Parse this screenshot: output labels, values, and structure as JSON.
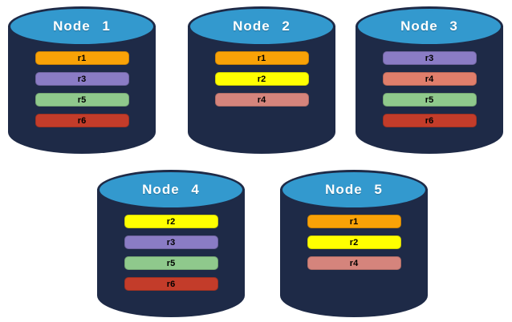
{
  "diagram": {
    "background": "#FFFFFF",
    "cylinder_body_color": "#1E2A47",
    "cylinder_top_color": "#3399CE",
    "title_text_color": "#FFFFFF",
    "bar_text_color": "#000000",
    "replica_colors": {
      "r1": "#F9A207",
      "r2": "#FFFF00",
      "r3": "#8A7CC5",
      "r4": "#D5847C",
      "r5": "#8FC98C",
      "r6": "#C33C2A"
    },
    "nodes": [
      {
        "title": "Node 1",
        "replicas": [
          {
            "label": "r1",
            "color": "#F9A207"
          },
          {
            "label": "r3",
            "color": "#8A7CC5"
          },
          {
            "label": "r5",
            "color": "#8FC98C"
          },
          {
            "label": "r6",
            "color": "#C33C2A"
          }
        ]
      },
      {
        "title": "Node 2",
        "replicas": [
          {
            "label": "r1",
            "color": "#F9A207"
          },
          {
            "label": "r2",
            "color": "#FFFF00"
          },
          {
            "label": "r4",
            "color": "#D5847C"
          }
        ]
      },
      {
        "title": "Node 3",
        "replicas": [
          {
            "label": "r3",
            "color": "#8A7CC5"
          },
          {
            "label": "r4",
            "color": "#E07E6B"
          },
          {
            "label": "r5",
            "color": "#8FC98C"
          },
          {
            "label": "r6",
            "color": "#C33C2A"
          }
        ]
      },
      {
        "title": "Node 4",
        "replicas": [
          {
            "label": "r2",
            "color": "#FFFF00"
          },
          {
            "label": "r3",
            "color": "#8A7CC5"
          },
          {
            "label": "r5",
            "color": "#8FC98C"
          },
          {
            "label": "r6",
            "color": "#C33C2A"
          }
        ]
      },
      {
        "title": "Node 5",
        "replicas": [
          {
            "label": "r1",
            "color": "#F9A207"
          },
          {
            "label": "r2",
            "color": "#FFFF00"
          },
          {
            "label": "r4",
            "color": "#D5847C"
          }
        ]
      }
    ]
  }
}
